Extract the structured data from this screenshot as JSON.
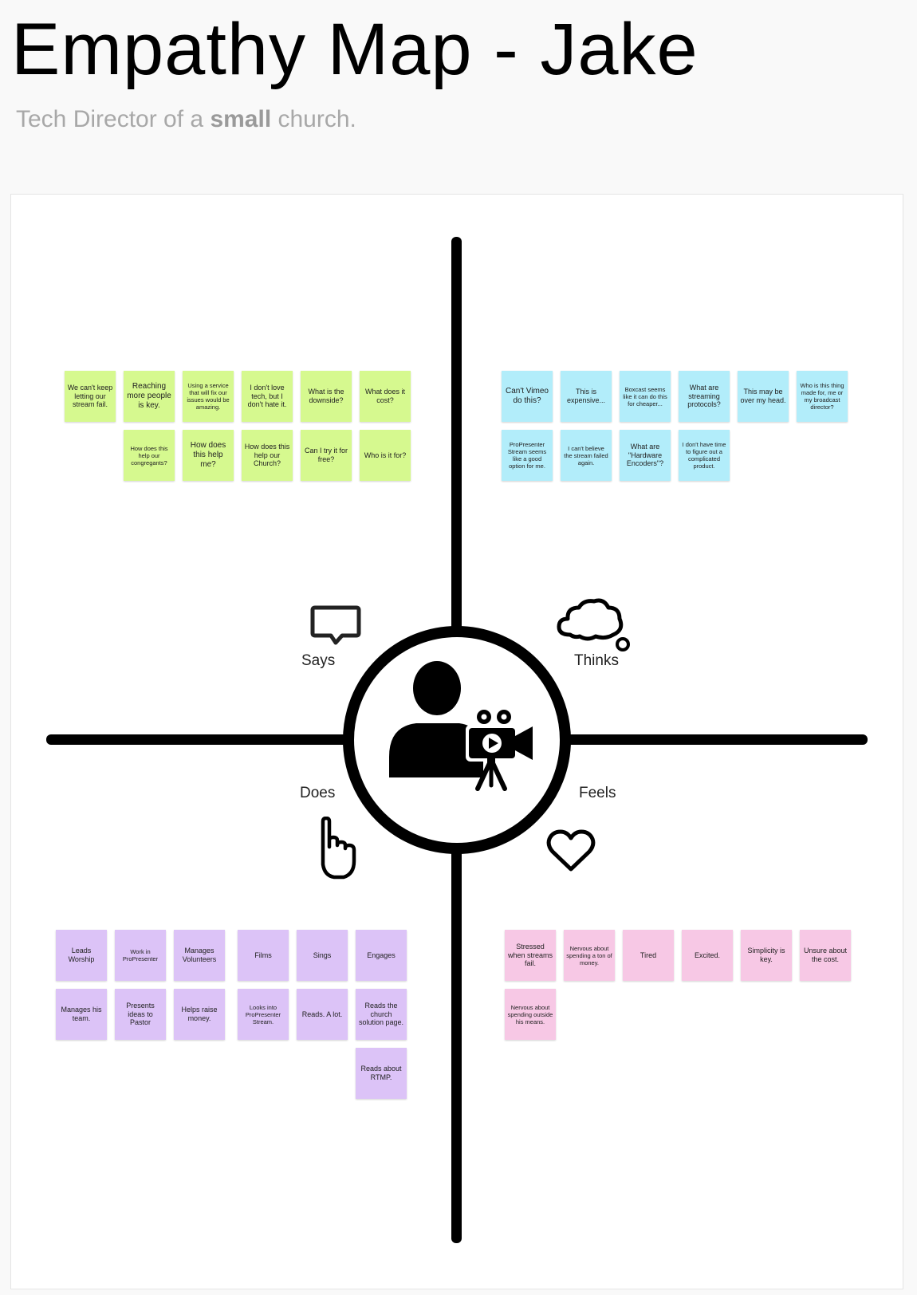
{
  "header": {
    "title": "Empathy Map - Jake",
    "subtitle_pre": "Tech Director of a ",
    "subtitle_bold": "small",
    "subtitle_post": " church."
  },
  "quadrants": {
    "says": {
      "label": "Says",
      "icon": "speech-bubble-icon",
      "color": "#d6f98f",
      "notes": [
        "We can't keep letting our stream fail.",
        "Reaching more people is key.",
        "Using a service that will fix our issues would be amazing.",
        "I don't love tech, but I don't hate it.",
        "What is the downside?",
        "What does it cost?",
        "How does this help our congregants?",
        "How does this help me?",
        "How does this help our Church?",
        "Can I try it for free?",
        "Who is it for?"
      ]
    },
    "thinks": {
      "label": "Thinks",
      "icon": "thought-cloud-icon",
      "color": "#b2edfa",
      "notes": [
        "Can't Vimeo do this?",
        "This is expensive...",
        "Boxcast seems like it can do this for cheaper...",
        "What are streaming protocols?",
        "This may be over my head.",
        "Who is this thing made for, me or my broadcast director?",
        "ProPresenter Stream seems like a good option for me.",
        "I can't believe the stream failed again.",
        "What are \"Hardware Encoders\"?",
        "I don't have time to figure out a complicated product."
      ]
    },
    "does": {
      "label": "Does",
      "icon": "pointing-hand-icon",
      "color": "#dcc3f7",
      "notes": [
        "Leads Worship",
        "Work in ProPresenter",
        "Manages Volunteers",
        "Films",
        "Sings",
        "Engages",
        "Manages his team.",
        "Presents ideas to Pastor",
        "Helps raise money.",
        "Looks into ProPresenter Stream.",
        "Reads. A lot.",
        "Reads the church solution page.",
        "Reads about RTMP."
      ]
    },
    "feels": {
      "label": "Feels",
      "icon": "heart-icon",
      "color": "#f7c8e5",
      "notes": [
        "Stressed when streams fail.",
        "Nervous about spending a ton of money.",
        "Tired",
        "Excited.",
        "Simplicity is key.",
        "Unsure about the cost.",
        "Nervous about spending outside his means."
      ]
    }
  },
  "center": {
    "icon": "person-with-camera-icon"
  }
}
